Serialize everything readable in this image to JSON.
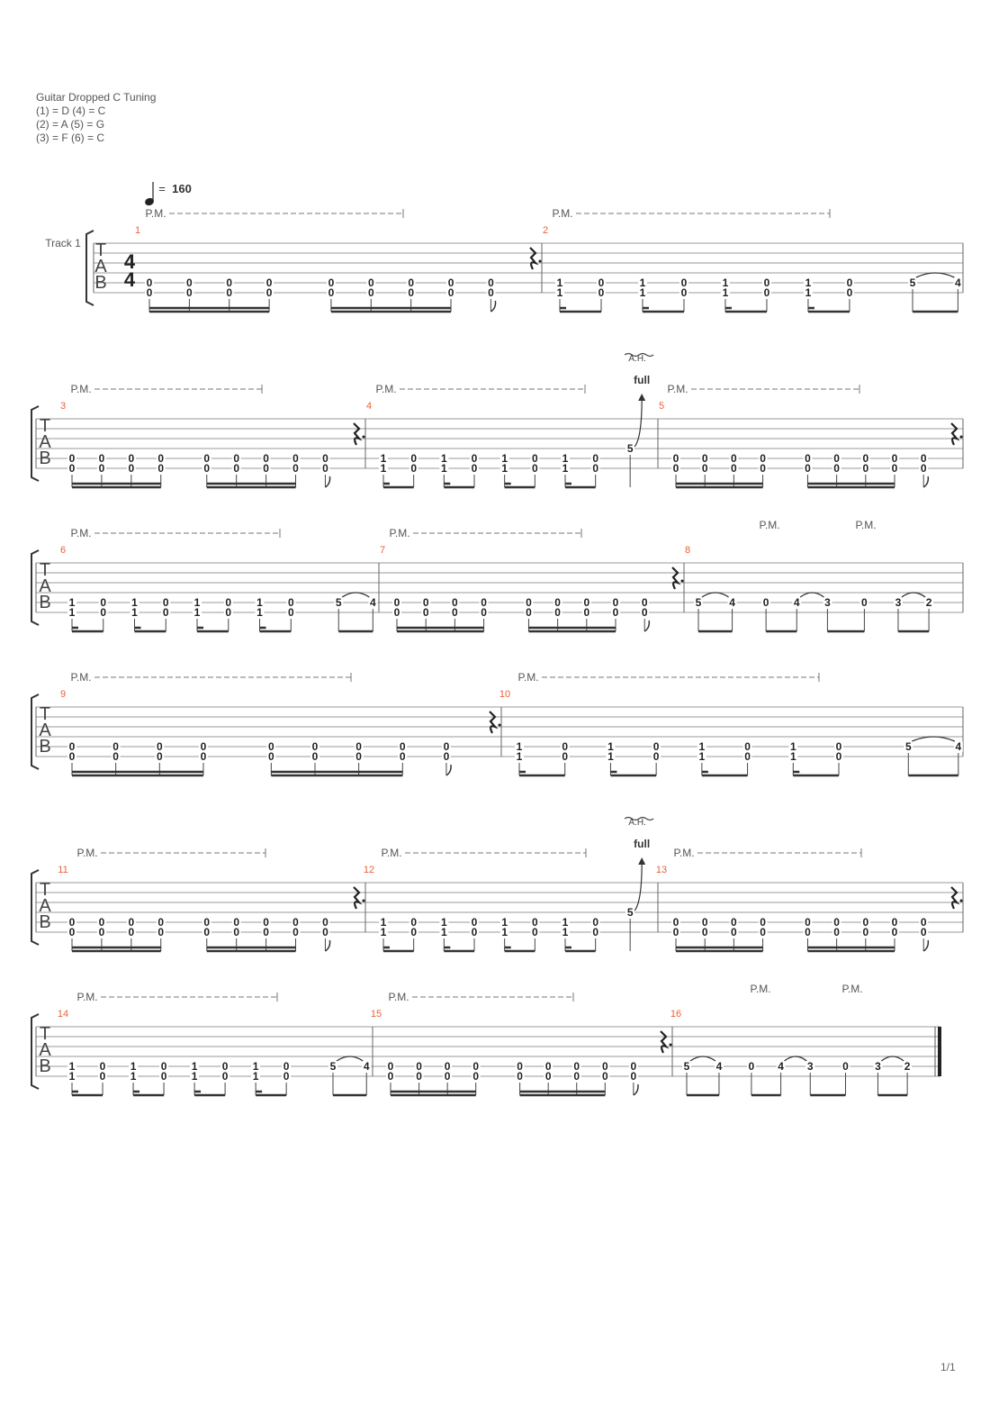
{
  "header": {
    "tuning_title": "Guitar Dropped C Tuning",
    "tuning_lines": [
      "(1) = D (4) = C",
      "(2) = A (5) = G",
      "(3) = F (6) = C"
    ]
  },
  "tempo": {
    "prefix": "=",
    "value": "160"
  },
  "track_label": "Track 1",
  "time_signature": {
    "numerator": "4",
    "denominator": "4"
  },
  "clef_letters": [
    "T",
    "A",
    "B"
  ],
  "palm_mute_label": "P.M.",
  "harmonic_label": "A.H.",
  "bend_label": "full",
  "page_number": "1/1",
  "measure_types": {
    "A": {
      "kind": "sixteenths",
      "frets": [
        "0",
        "0",
        "0",
        "0",
        "0",
        "0",
        "0",
        "0",
        "0"
      ]
    },
    "B": {
      "kind": "gallop",
      "pairs": [
        [
          "1",
          "1"
        ],
        [
          "0",
          "0"
        ],
        [
          "1",
          "1"
        ],
        [
          "0",
          "0"
        ],
        [
          "1",
          "1"
        ],
        [
          "0",
          "0"
        ],
        [
          "1",
          "1"
        ],
        [
          "0",
          "0"
        ]
      ],
      "tail": [
        "5",
        "4"
      ]
    },
    "C": {
      "kind": "gallop-bend",
      "pairs": [
        [
          "1",
          "1"
        ],
        [
          "0",
          "0"
        ],
        [
          "1",
          "1"
        ],
        [
          "0",
          "0"
        ],
        [
          "1",
          "1"
        ],
        [
          "0",
          "0"
        ],
        [
          "1",
          "1"
        ],
        [
          "0",
          "0"
        ]
      ],
      "bend_fret": "5"
    },
    "D": {
      "kind": "slides",
      "notes": [
        "5",
        "4",
        "0",
        "4",
        "3",
        "0",
        "3",
        "2"
      ]
    }
  },
  "systems": [
    {
      "measures": [
        {
          "num": "1",
          "type": "A"
        },
        {
          "num": "2",
          "type": "B"
        }
      ]
    },
    {
      "measures": [
        {
          "num": "3",
          "type": "A"
        },
        {
          "num": "4",
          "type": "C"
        },
        {
          "num": "5",
          "type": "A"
        }
      ]
    },
    {
      "measures": [
        {
          "num": "6",
          "type": "B"
        },
        {
          "num": "7",
          "type": "A"
        },
        {
          "num": "8",
          "type": "D"
        }
      ]
    },
    {
      "measures": [
        {
          "num": "9",
          "type": "A"
        },
        {
          "num": "10",
          "type": "B"
        }
      ]
    },
    {
      "measures": [
        {
          "num": "11",
          "type": "A"
        },
        {
          "num": "12",
          "type": "C"
        },
        {
          "num": "13",
          "type": "A"
        }
      ]
    },
    {
      "measures": [
        {
          "num": "14",
          "type": "B"
        },
        {
          "num": "15",
          "type": "A"
        },
        {
          "num": "16",
          "type": "D"
        }
      ]
    }
  ]
}
